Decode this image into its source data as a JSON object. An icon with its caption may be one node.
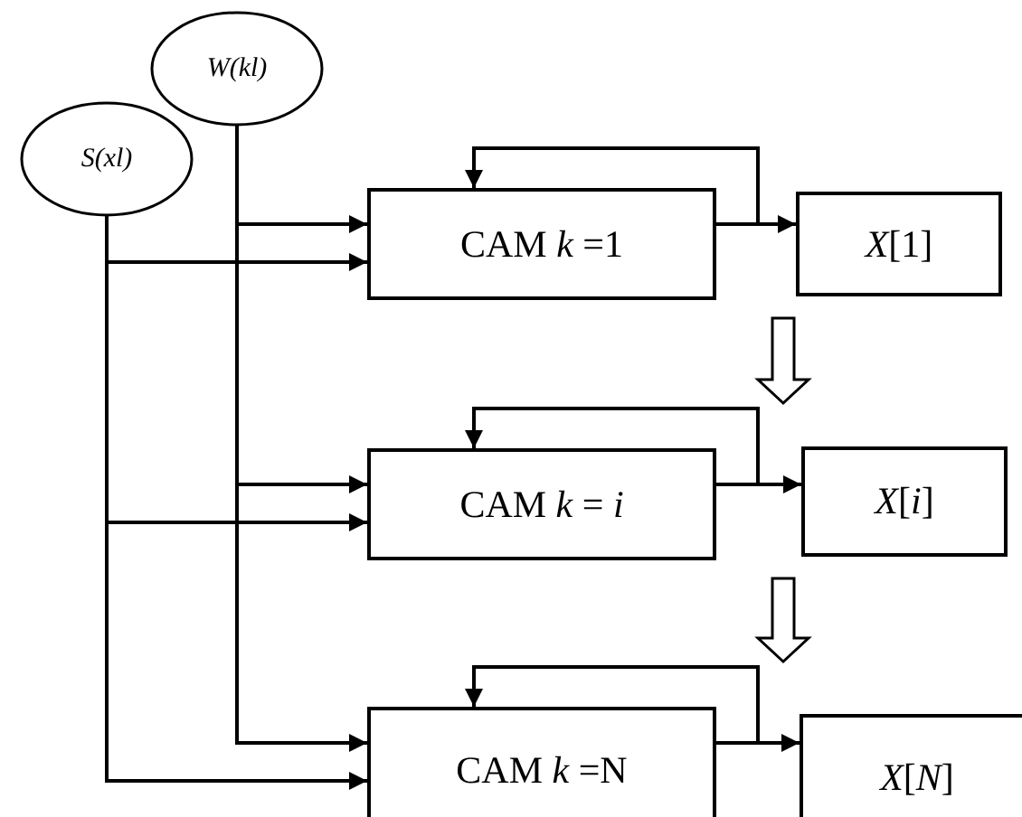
{
  "diagram": {
    "nodes": [
      {
        "text": [
          "S(xl)"
        ]
      },
      {
        "text": [
          "W(kl)"
        ]
      },
      {
        "text": [
          "CAM *k* =1"
        ]
      },
      {
        "text": [
          "*X*[1]"
        ]
      },
      {
        "text": [
          "CAM *k* = *i*"
        ]
      },
      {
        "text": [
          "*X*[*i*]"
        ]
      },
      {
        "text": [
          "CAM *k* =N"
        ]
      },
      {
        "text": [
          "*X*[*N*]"
        ]
      }
    ],
    "edges": [
      {
        "from": 1,
        "to": 2,
        "arrow": "to"
      },
      {
        "from": 0,
        "to": 2,
        "arrow": "to"
      },
      {
        "from": 2,
        "to": 2,
        "arrow": "to"
      },
      {
        "from": 2,
        "to": 3,
        "arrow": "to"
      },
      {
        "from": 2,
        "to": 4,
        "arrow": "to",
        "style": "thick"
      },
      {
        "from": 1,
        "to": 4,
        "arrow": "to"
      },
      {
        "from": 0,
        "to": 4,
        "arrow": "to"
      },
      {
        "from": 4,
        "to": 4,
        "arrow": "to"
      },
      {
        "from": 4,
        "to": 5,
        "arrow": "to"
      },
      {
        "from": 4,
        "to": 6,
        "arrow": "to",
        "style": "thick"
      },
      {
        "from": 1,
        "to": 6,
        "arrow": "to"
      },
      {
        "from": 0,
        "to": 6,
        "arrow": "to"
      },
      {
        "from": 6,
        "to": 6,
        "arrow": "to"
      },
      {
        "from": 6,
        "to": 7,
        "arrow": "to"
      }
    ]
  }
}
